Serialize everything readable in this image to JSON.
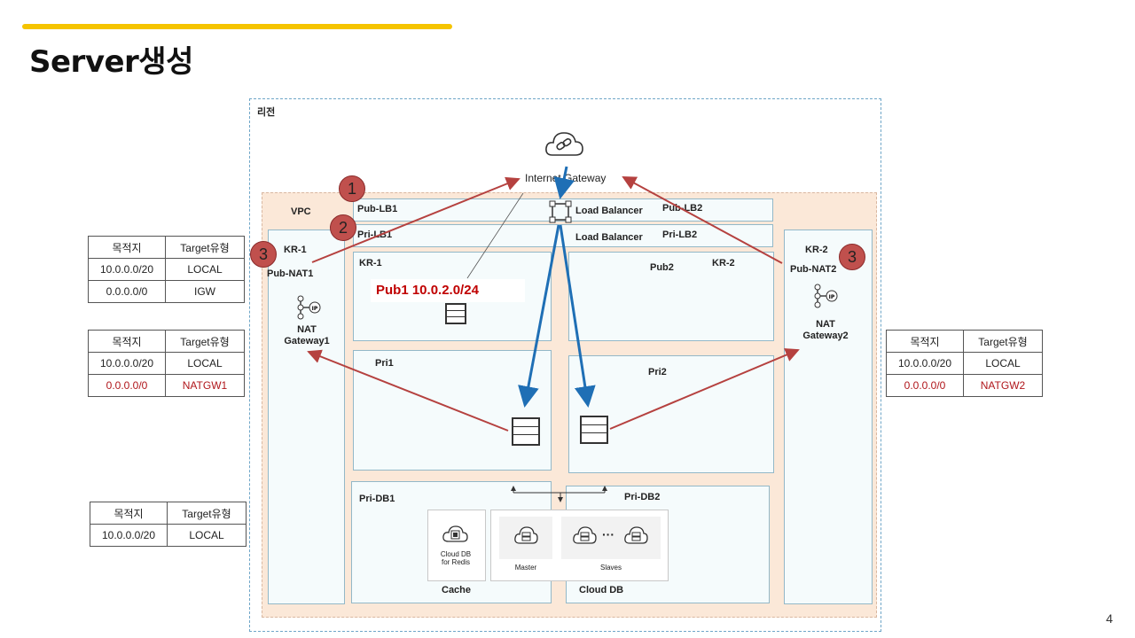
{
  "slide": {
    "title": "Server생성",
    "page_number": "4",
    "accent_color": "#f5c400"
  },
  "diagram": {
    "region_label": "리전",
    "vpc_label": "VPC",
    "internet_gateway_label": "Internet Gateway",
    "kr1_left_label": "KR-1",
    "pub_nat1_label": "Pub-NAT1",
    "nat_gateway1_label": "NAT\nGateway1",
    "pub_lb1_label": "Pub-LB1",
    "pri_lb1_label": "Pri-LB1",
    "load_balancer_top": "Load Balancer",
    "load_balancer_bottom": "Load Balancer",
    "pub_lb2_label": "Pub-LB2",
    "pri_lb2_label": "Pri-LB2",
    "kr1_inner_label": "KR-1",
    "pub1_cidr_label": "Pub1  10.0.2.0/24",
    "pub2_label": "Pub2",
    "kr2_inner_label": "KR-2",
    "pri1_label": "Pri1",
    "pri2_label": "Pri2",
    "kr2_right_label": "KR-2",
    "pub_nat2_label": "Pub-NAT2",
    "nat_gateway2_label": "NAT\nGateway2",
    "pri_db1_label": "Pri-DB1",
    "pri_db2_label": "Pri-DB2",
    "cloud_db_redis_label": "Cloud DB\nfor Redis",
    "cache_label": "Cache",
    "master_label": "Master",
    "slaves_label": "Slaves",
    "cloud_db_label": "Cloud DB",
    "ellipsis": "···",
    "badges": [
      "1",
      "2",
      "3",
      "3"
    ],
    "arrow_red": "#b5413f",
    "arrow_blue": "#1f6fb5"
  },
  "route_tables": [
    {
      "header": [
        "목적지",
        "Target유형"
      ],
      "rows": [
        [
          "10.0.0.0/20",
          "LOCAL"
        ],
        [
          "0.0.0.0/0",
          "IGW"
        ]
      ]
    },
    {
      "header": [
        "목적지",
        "Target유형"
      ],
      "rows": [
        [
          "10.0.0.0/20",
          "LOCAL"
        ],
        [
          "0.0.0.0/0",
          "NATGW1"
        ]
      ]
    },
    {
      "header": [
        "목적지",
        "Target유형"
      ],
      "rows": [
        [
          "10.0.0.0/20",
          "LOCAL"
        ]
      ]
    },
    {
      "header": [
        "목적지",
        "Target유형"
      ],
      "rows": [
        [
          "10.0.0.0/20",
          "LOCAL"
        ],
        [
          "0.0.0.0/0",
          "NATGW2"
        ]
      ]
    }
  ]
}
